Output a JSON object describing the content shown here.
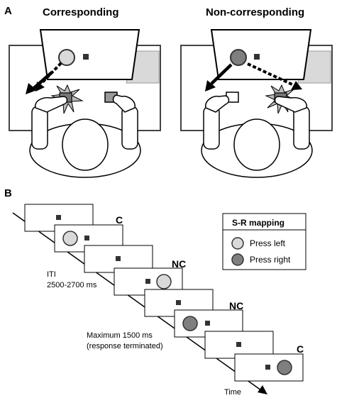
{
  "panel_a": {
    "label": "A",
    "left_title": "Corresponding",
    "right_title": "Non-corresponding"
  },
  "panel_b": {
    "label": "B",
    "trial_marks": [
      "C",
      "NC",
      "NC",
      "C"
    ],
    "iti_line1": "ITI",
    "iti_line2": "2500-2700 ms",
    "max_line1": "Maximum 1500 ms",
    "max_line2": "(response terminated)",
    "time_label": "Time",
    "legend": {
      "title": "S-R mapping",
      "items": [
        {
          "label": "Press left",
          "color": "#d9d9d9"
        },
        {
          "label": "Press right",
          "color": "#7f7f7f"
        }
      ]
    }
  },
  "colors": {
    "light_circle": "#d9d9d9",
    "dark_circle": "#7f7f7f",
    "square": "#333333"
  }
}
